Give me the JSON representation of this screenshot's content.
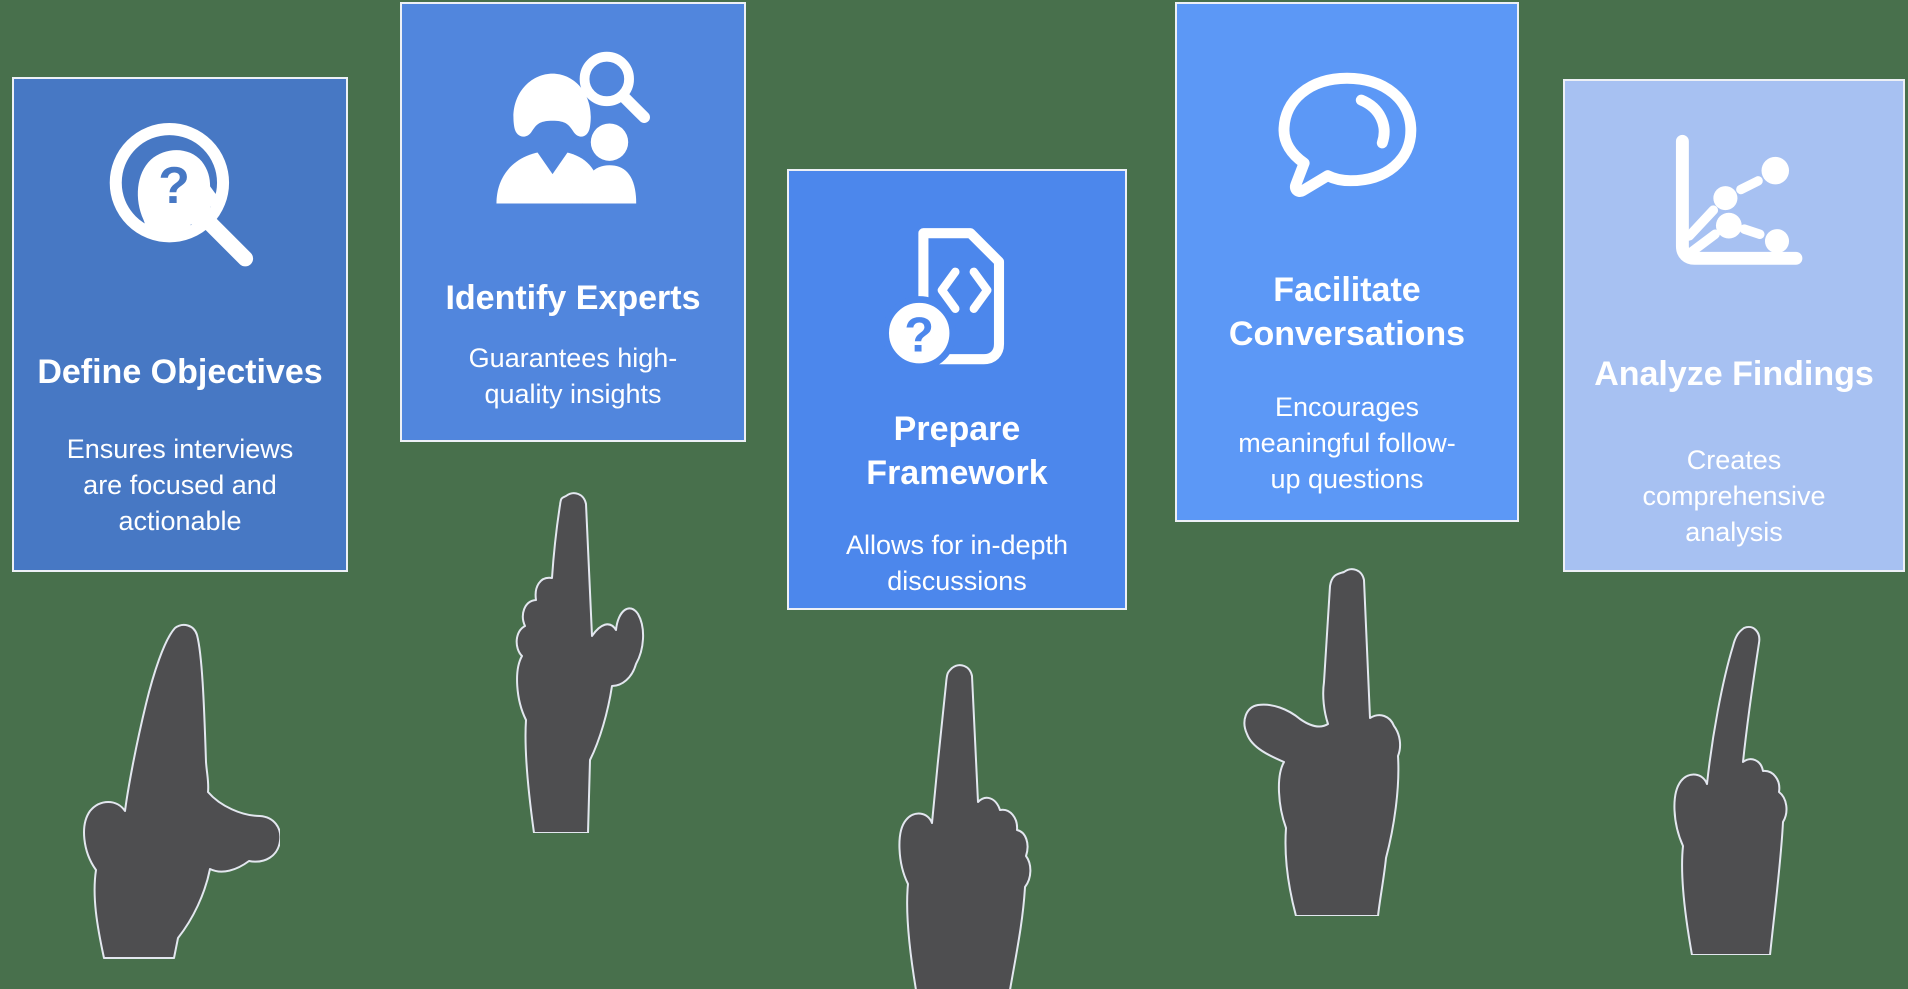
{
  "background_color": "#48704C",
  "hand_color": "#4E4E50",
  "hand_outline_color": "#E3E7EF",
  "card_border_color": "#EDF0F6",
  "text_color": "#FFFFFF",
  "cards": [
    {
      "title": "Define Objectives",
      "description": "Ensures interviews are focused and actionable",
      "color": "#4778C4",
      "icon": "head-question-magnifier-icon",
      "icon_glyph": "?"
    },
    {
      "title": "Identify Experts",
      "description": "Guarantees high-quality insights",
      "color": "#5186DD",
      "icon": "people-magnifier-icon"
    },
    {
      "title": "Prepare Framework",
      "description": "Allows for in-depth discussions",
      "color": "#4C87EC",
      "icon": "code-document-question-icon",
      "icon_glyph": "?"
    },
    {
      "title": "Facilitate Conversations",
      "description": "Encourages meaningful follow-up questions",
      "color": "#5C98F6",
      "icon": "speech-bubble-icon"
    },
    {
      "title": "Analyze Findings",
      "description": "Creates comprehensive analysis",
      "color": "#A7C1F2",
      "icon": "scatter-chart-icon"
    }
  ],
  "hands": [
    "pointing-hand-thumb-right",
    "pointing-hand-up",
    "pointing-hand-up",
    "pointing-hand-thumb-left",
    "pointing-hand-up"
  ]
}
